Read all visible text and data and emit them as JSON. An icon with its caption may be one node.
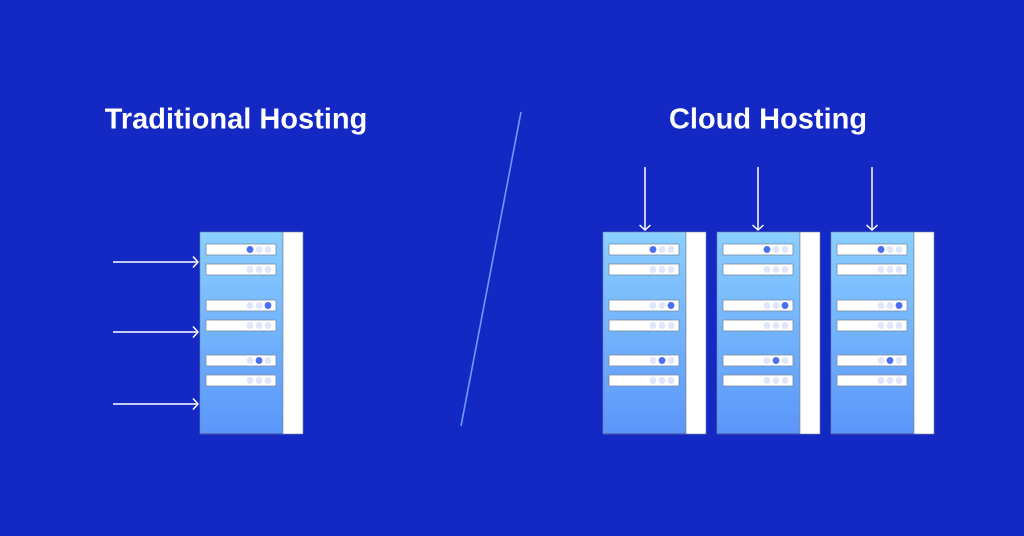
{
  "diagram": {
    "nodes": [
      {
        "text": [],
        "shape": "server"
      },
      {
        "text": [],
        "shape": "server"
      },
      {
        "text": [],
        "shape": "server"
      },
      {
        "text": [],
        "shape": "server"
      }
    ],
    "edges": [
      {
        "from": null,
        "to": 0,
        "arrow": "to"
      },
      {
        "from": null,
        "to": 0,
        "arrow": "to"
      },
      {
        "from": null,
        "to": 0,
        "arrow": "to"
      },
      {
        "from": null,
        "to": 1,
        "arrow": "to"
      },
      {
        "from": null,
        "to": 2,
        "arrow": "to"
      },
      {
        "from": null,
        "to": 3,
        "arrow": "to"
      }
    ],
    "labels": [
      "Traditional Hosting",
      "Cloud Hosting"
    ]
  }
}
